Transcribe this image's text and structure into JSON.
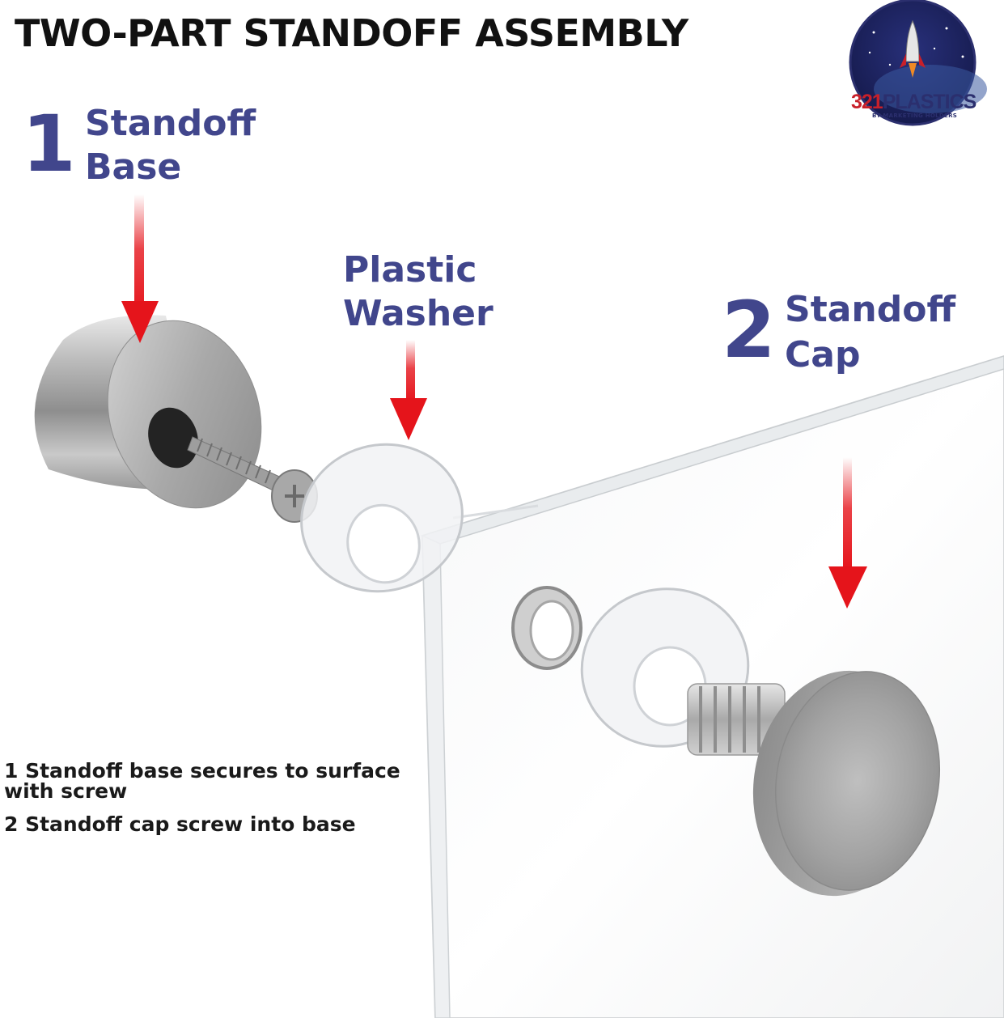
{
  "title": "TWO-PART STANDOFF ASSEMBLY",
  "logo": {
    "brand_number": "321",
    "brand_word": "PLASTICS",
    "tagline": "BY MARKETING HOLDERS"
  },
  "parts": {
    "base": {
      "number": "1",
      "line1": "Standoff",
      "line2": "Base"
    },
    "washer": {
      "line1": "Plastic",
      "line2": "Washer"
    },
    "cap": {
      "number": "2",
      "line1": "Standoff",
      "line2": "Cap"
    }
  },
  "notes": [
    {
      "line1": "1 Standoff base secures to surface",
      "line2": "with screw"
    },
    {
      "line1": "2 Standoff cap screw into base"
    }
  ],
  "colors": {
    "label_blue": "#41468c",
    "arrow_red": "#e5141b",
    "title_black": "#111111"
  }
}
